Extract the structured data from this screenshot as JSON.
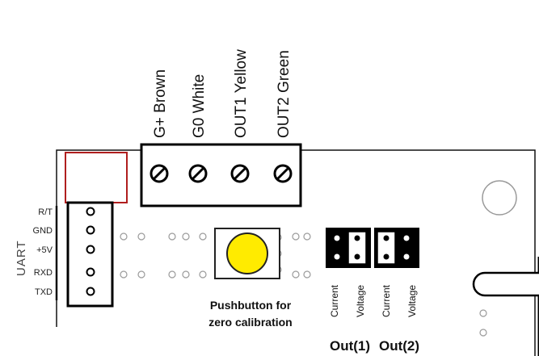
{
  "terminal_wires": [
    {
      "label": "G+ Brown"
    },
    {
      "label": "G0 White"
    },
    {
      "label": "OUT1 Yellow"
    },
    {
      "label": "OUT2 Green"
    }
  ],
  "uart": {
    "title": "UART",
    "pins": [
      "R/T",
      "GND",
      "+5V",
      "RXD",
      "TXD"
    ]
  },
  "pushbutton": {
    "caption_line1": "Pushbutton for",
    "caption_line2": "zero calibration",
    "color": "#ffeb00"
  },
  "jumpers": [
    {
      "left_label": "Current",
      "right_label": "Voltage",
      "output_label": "Out(1)"
    },
    {
      "left_label": "Current",
      "right_label": "Voltage",
      "output_label": "Out(2)"
    }
  ],
  "colors": {
    "outline": "#000000",
    "red_box": "#b01e1e",
    "hole": "#9a9a9a"
  }
}
